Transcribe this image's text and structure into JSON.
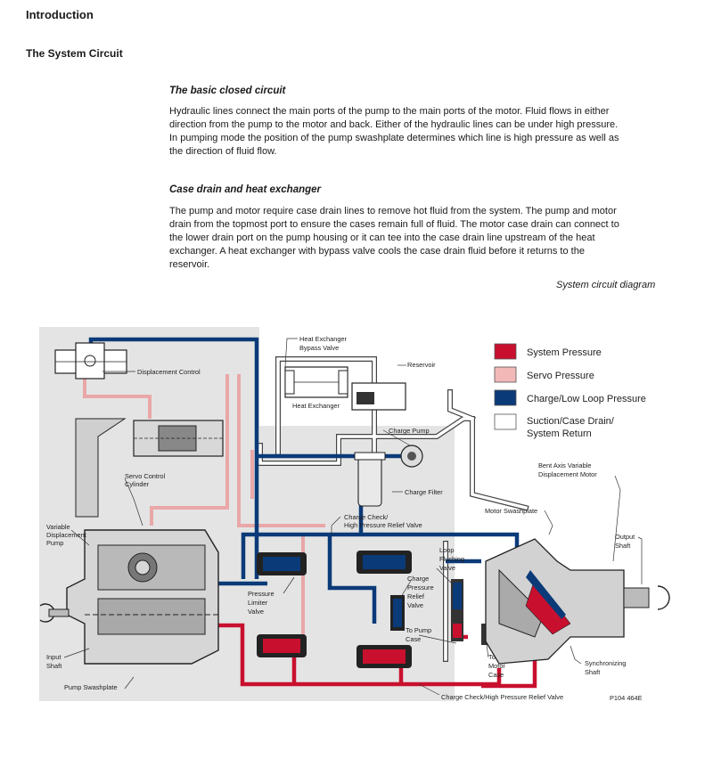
{
  "header": {
    "title": "Introduction"
  },
  "section": {
    "title": "The System Circuit"
  },
  "blocks": [
    {
      "subtitle": "The basic closed circuit",
      "lines": [
        "Hydraulic lines connect the main ports of the pump to the main ports of the motor. Fluid flows in either",
        "direction from the pump to the motor and back. Either of the hydraulic lines can be under high pressure.",
        "In pumping mode the position of the pump swashplate determines which line is high pressure as well as",
        "the direction of fluid flow."
      ]
    },
    {
      "subtitle": "Case drain and heat exchanger",
      "lines": [
        "The pump and motor require case drain lines to remove hot fluid from the system. The pump and motor",
        "drain from the topmost port to ensure the cases remain full of fluid. The motor case drain can connect to",
        "the lower drain port on the pump housing or it can tee into the case drain line upstream of the heat",
        "exchanger. A heat exchanger with bypass valve cools the case drain fluid before it returns to the",
        "reservoir."
      ]
    }
  ],
  "figure": {
    "caption": "System circuit diagram",
    "legend": [
      {
        "label": "System Pressure",
        "color": "#c8102e"
      },
      {
        "label": "Servo Pressure",
        "color": "#f2b8b8"
      },
      {
        "label": "Charge/Low Loop Pressure",
        "color": "#0b3a78"
      },
      {
        "label": "Suction/Case Drain/",
        "label2": "System Return",
        "color": "#ffffff"
      }
    ],
    "labels": {
      "displacement_control": "Displacement Control",
      "heat_exchanger_bypass_1": "Heat Exchanger",
      "heat_exchanger_bypass_2": "Bypass Valve",
      "reservoir": "Reservoir",
      "heat_exchanger": "Heat Exchanger",
      "charge_pump": "Charge Pump",
      "charge_filter": "Charge Filter",
      "servo_cyl_1": "Servo Control",
      "servo_cyl_2": "Cylinder",
      "var_pump_1": "Variable",
      "var_pump_2": "Displacement",
      "var_pump_3": "Pump",
      "check_relief_1": "Charge Check/",
      "check_relief_2": "High Pressure Relief Valve",
      "pressure_limiter_1": "Pressure",
      "pressure_limiter_2": "Limiter",
      "pressure_limiter_3": "Valve",
      "loop_flushing_1": "Loop",
      "loop_flushing_2": "Flushing",
      "loop_flushing_3": "Valve",
      "charge_relief_1": "Charge",
      "charge_relief_2": "Pressure",
      "charge_relief_3": "Relief",
      "charge_relief_4": "Valve",
      "to_pump_case_1": "To Pump",
      "to_pump_case_2": "Case",
      "to_motor_case_1": "To",
      "to_motor_case_2": "Motor",
      "to_motor_case_3": "Case",
      "motor_swashplate": "Motor Swashplate",
      "bent_axis_1": "Bent Axis Variable",
      "bent_axis_2": "Displacement Motor",
      "output_shaft_1": "Output",
      "output_shaft_2": "Shaft",
      "sync_shaft_1": "Synchronizing",
      "sync_shaft_2": "Shaft",
      "input_shaft_1": "Input",
      "input_shaft_2": "Shaft",
      "pump_swashplate": "Pump Swashplate",
      "check_relief_bottom": "Charge Check/High Pressure Relief Valve",
      "figure_code": "P104 464E"
    }
  }
}
